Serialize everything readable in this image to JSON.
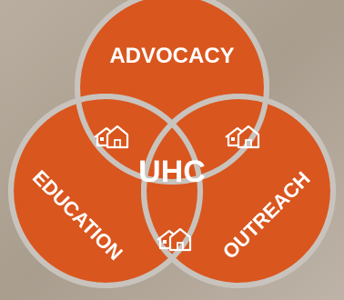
{
  "labels": {
    "top": "ADVOCACY",
    "left": "EDUCATION",
    "right": "OUTREACH",
    "center": "UHC"
  },
  "icons": [
    "house-icon",
    "house-icon",
    "house-icon",
    "house-icon"
  ],
  "colors": {
    "circle_fill": "#d9561e",
    "circle_stroke": "#c9c3bd",
    "background": "#b3a799",
    "text": "#ffffff"
  }
}
